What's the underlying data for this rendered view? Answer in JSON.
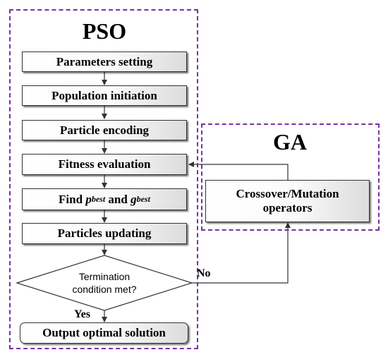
{
  "pso": {
    "title": "PSO",
    "steps": [
      "Parameters setting",
      "Population initiation",
      "Particle encoding",
      "Fitness evaluation"
    ],
    "find_best": {
      "prefix": "Find ",
      "p": "p",
      "p_sub": "best",
      "and": " and ",
      "g": "g",
      "g_sub": "best"
    },
    "update_step": "Particles updating",
    "decision": {
      "line1": "Termination",
      "line2": "condition met?"
    },
    "yes_label": "Yes",
    "no_label": "No",
    "output": "Output optimal solution"
  },
  "ga": {
    "title": "GA",
    "operator_line1": "Crossover/Mutation",
    "operator_line2": "operators"
  },
  "colors": {
    "group_border": "#7b2fa0",
    "box_border": "#333333",
    "arrow": "#333333"
  }
}
